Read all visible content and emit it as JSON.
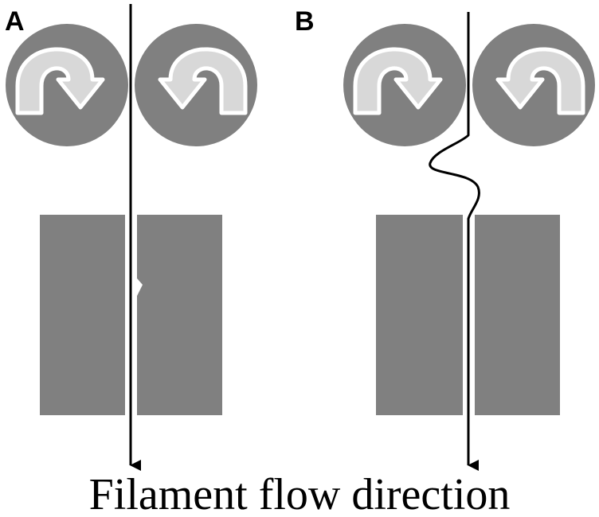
{
  "panels": [
    {
      "label": "A",
      "filament": "straight"
    },
    {
      "label": "B",
      "filament": "buckled"
    }
  ],
  "caption": "Filament flow direction",
  "colors": {
    "component_fill": "#808080",
    "rotation_arrow_fill": "#d8d8d8",
    "rotation_arrow_stroke": "#ffffff",
    "filament": "#000000",
    "background": "#ffffff",
    "text": "#000000"
  }
}
